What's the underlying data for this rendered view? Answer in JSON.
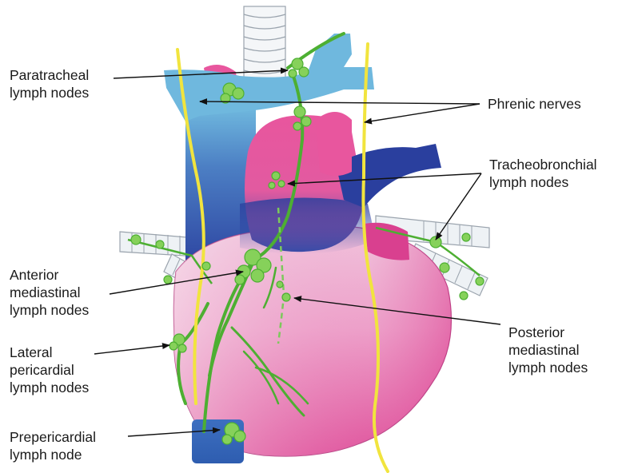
{
  "colors": {
    "vessel_blue": "#6FB8DE",
    "vena_blue": "#2A3F9E",
    "heart_pink": "#E8569E",
    "lymph_green": "#4DAF32",
    "node_green": "#86D15A",
    "nerve_yellow": "#F1E43E"
  },
  "labels": {
    "paratracheal": [
      "Paratracheal",
      "lymph nodes"
    ],
    "phrenic": [
      "Phrenic nerves"
    ],
    "tracheobronchial": [
      "Tracheobronchial",
      "lymph nodes"
    ],
    "anterior": [
      "Anterior",
      "mediastinal",
      "lymph nodes"
    ],
    "lateral": [
      "Lateral",
      "pericardial",
      "lymph nodes"
    ],
    "posterior": [
      "Posterior",
      "mediastinal",
      "lymph nodes"
    ],
    "prepericardial": [
      "Prepericardial",
      "lymph node"
    ]
  }
}
